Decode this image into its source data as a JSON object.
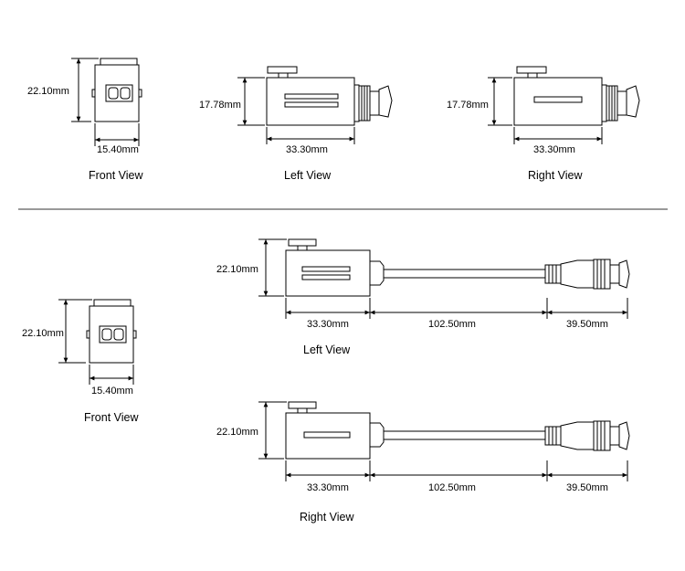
{
  "top": {
    "front": {
      "height": "22.10mm",
      "width": "15.40mm",
      "caption": "Front View"
    },
    "left": {
      "height": "17.78mm",
      "width": "33.30mm",
      "caption": "Left View"
    },
    "right": {
      "height": "17.78mm",
      "width": "33.30mm",
      "caption": "Right View"
    }
  },
  "bottom": {
    "front": {
      "height": "22.10mm",
      "width": "15.40mm",
      "caption": "Front View"
    },
    "left": {
      "height": "22.10mm",
      "body": "33.30mm",
      "cable": "102.50mm",
      "plug": "39.50mm",
      "caption": "Left View"
    },
    "right": {
      "height": "22.10mm",
      "body": "33.30mm",
      "cable": "102.50mm",
      "plug": "39.50mm",
      "caption": "Right View"
    }
  },
  "colors": {
    "line": "#000000",
    "divider": "#333333"
  }
}
